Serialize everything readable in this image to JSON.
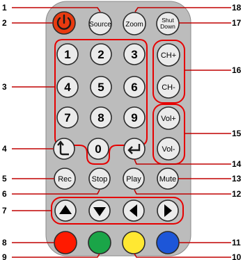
{
  "buttons": {
    "power": "",
    "source": "Source",
    "zoom": "Zoom",
    "shutdown_line1": "Shut",
    "shutdown_line2": "Down",
    "digits": [
      "1",
      "2",
      "3",
      "4",
      "5",
      "6",
      "7",
      "8",
      "9",
      "0"
    ],
    "ch_up": "CH+",
    "ch_down": "CH-",
    "vol_up": "Vol+",
    "vol_down": "Vol-",
    "rec": "Rec",
    "stop": "Stop",
    "play": "Play",
    "mute": "Mute"
  },
  "callouts": {
    "c1": "1",
    "c2": "2",
    "c3": "3",
    "c4": "4",
    "c5": "5",
    "c6": "6",
    "c7": "7",
    "c8": "8",
    "c9": "9",
    "c10": "10",
    "c11": "11",
    "c12": "12",
    "c13": "13",
    "c14": "14",
    "c15": "15",
    "c16": "16",
    "c17": "17",
    "c18": "18"
  },
  "colors": {
    "power": "#e83a10",
    "red": "#ff1a00",
    "green": "#1aa548",
    "yellow": "#ffe832",
    "blue": "#1d56d8",
    "group_outline": "#e60000",
    "leader_line": "#c00000"
  },
  "icons": [
    "power-icon",
    "back-icon",
    "enter-icon",
    "arrow-up-icon",
    "arrow-down-icon",
    "arrow-left-icon",
    "arrow-right-icon"
  ]
}
